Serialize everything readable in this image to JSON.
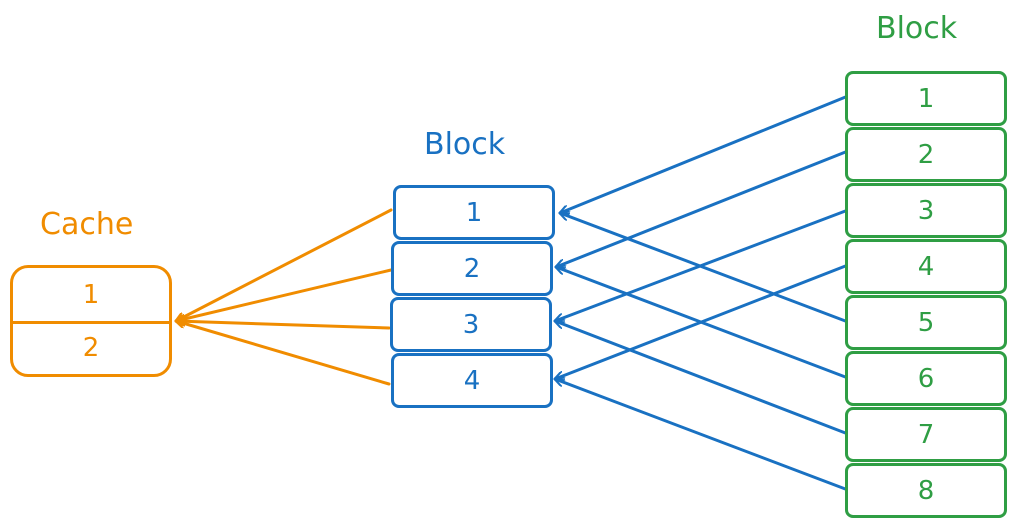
{
  "colors": {
    "cache": "#f08c00",
    "mid": "#1971c2",
    "right": "#2f9e44"
  },
  "cache": {
    "title": "Cache",
    "rows": [
      "1",
      "2"
    ]
  },
  "middle": {
    "title": "Block",
    "items": [
      "1",
      "2",
      "3",
      "4"
    ]
  },
  "right": {
    "title": "Block",
    "items": [
      "1",
      "2",
      "3",
      "4",
      "5",
      "6",
      "7",
      "8"
    ]
  }
}
